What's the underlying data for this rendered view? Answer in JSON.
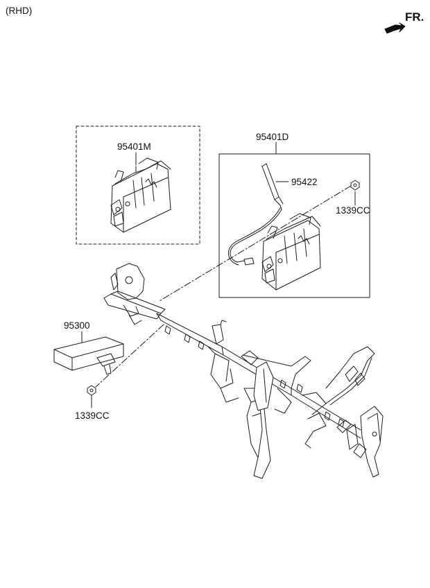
{
  "variant_label": "(RHD)",
  "direction_label": "FR.",
  "parts": {
    "p95401M": "95401M",
    "p95401D": "95401D",
    "p95422": "95422",
    "p1339CC_upper": "1339CC",
    "p95300": "95300",
    "p1339CC_lower": "1339CC"
  },
  "colors": {
    "line": "#1a1a1a",
    "background": "#ffffff"
  }
}
